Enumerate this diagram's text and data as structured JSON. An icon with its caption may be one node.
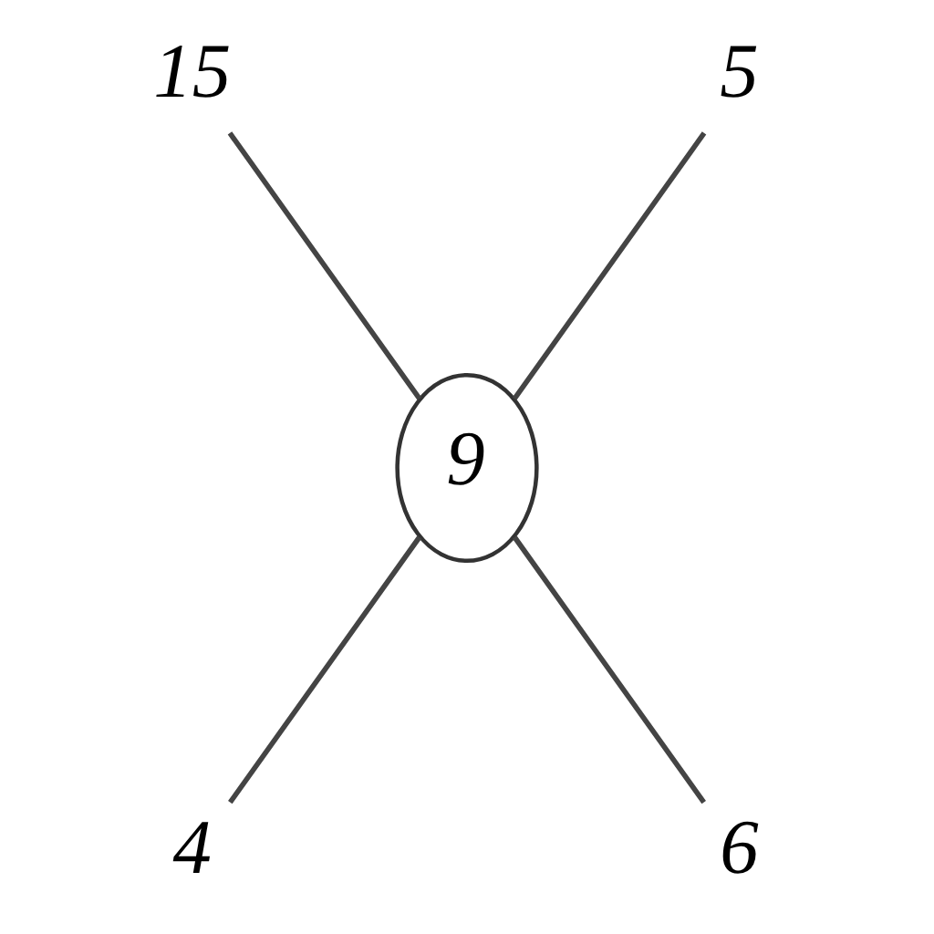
{
  "diagram": {
    "nodes": [
      {
        "text": [
          "15"
        ]
      },
      {
        "text": [
          "5"
        ]
      },
      {
        "text": [
          "9"
        ]
      },
      {
        "text": [
          "4"
        ]
      },
      {
        "text": [
          "6"
        ]
      }
    ],
    "edges": [
      {
        "from": 0,
        "to": 2,
        "arrow": "none"
      },
      {
        "from": 1,
        "to": 2,
        "arrow": "none"
      },
      {
        "from": 2,
        "to": 3,
        "arrow": "none"
      },
      {
        "from": 2,
        "to": 4,
        "arrow": "none"
      }
    ]
  }
}
